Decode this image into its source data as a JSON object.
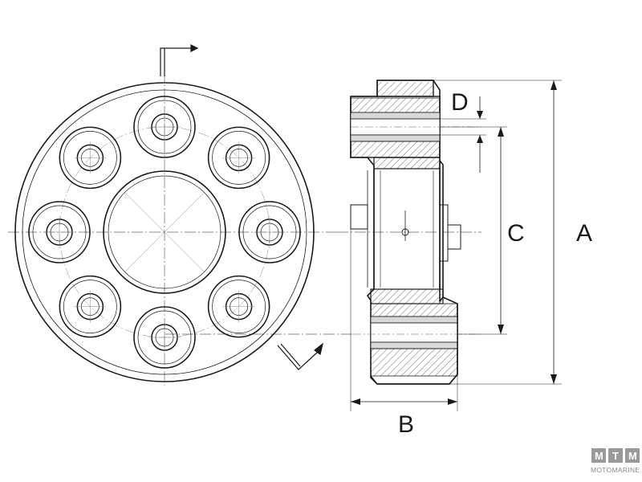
{
  "labels": {
    "dim_a": "A",
    "dim_b": "B",
    "dim_c": "C",
    "dim_d": "D"
  },
  "logo": {
    "letters": [
      "M",
      "T",
      "M"
    ],
    "subtitle": "MOTOMARINE"
  },
  "front_view": {
    "bolt_hole_count": 8
  }
}
